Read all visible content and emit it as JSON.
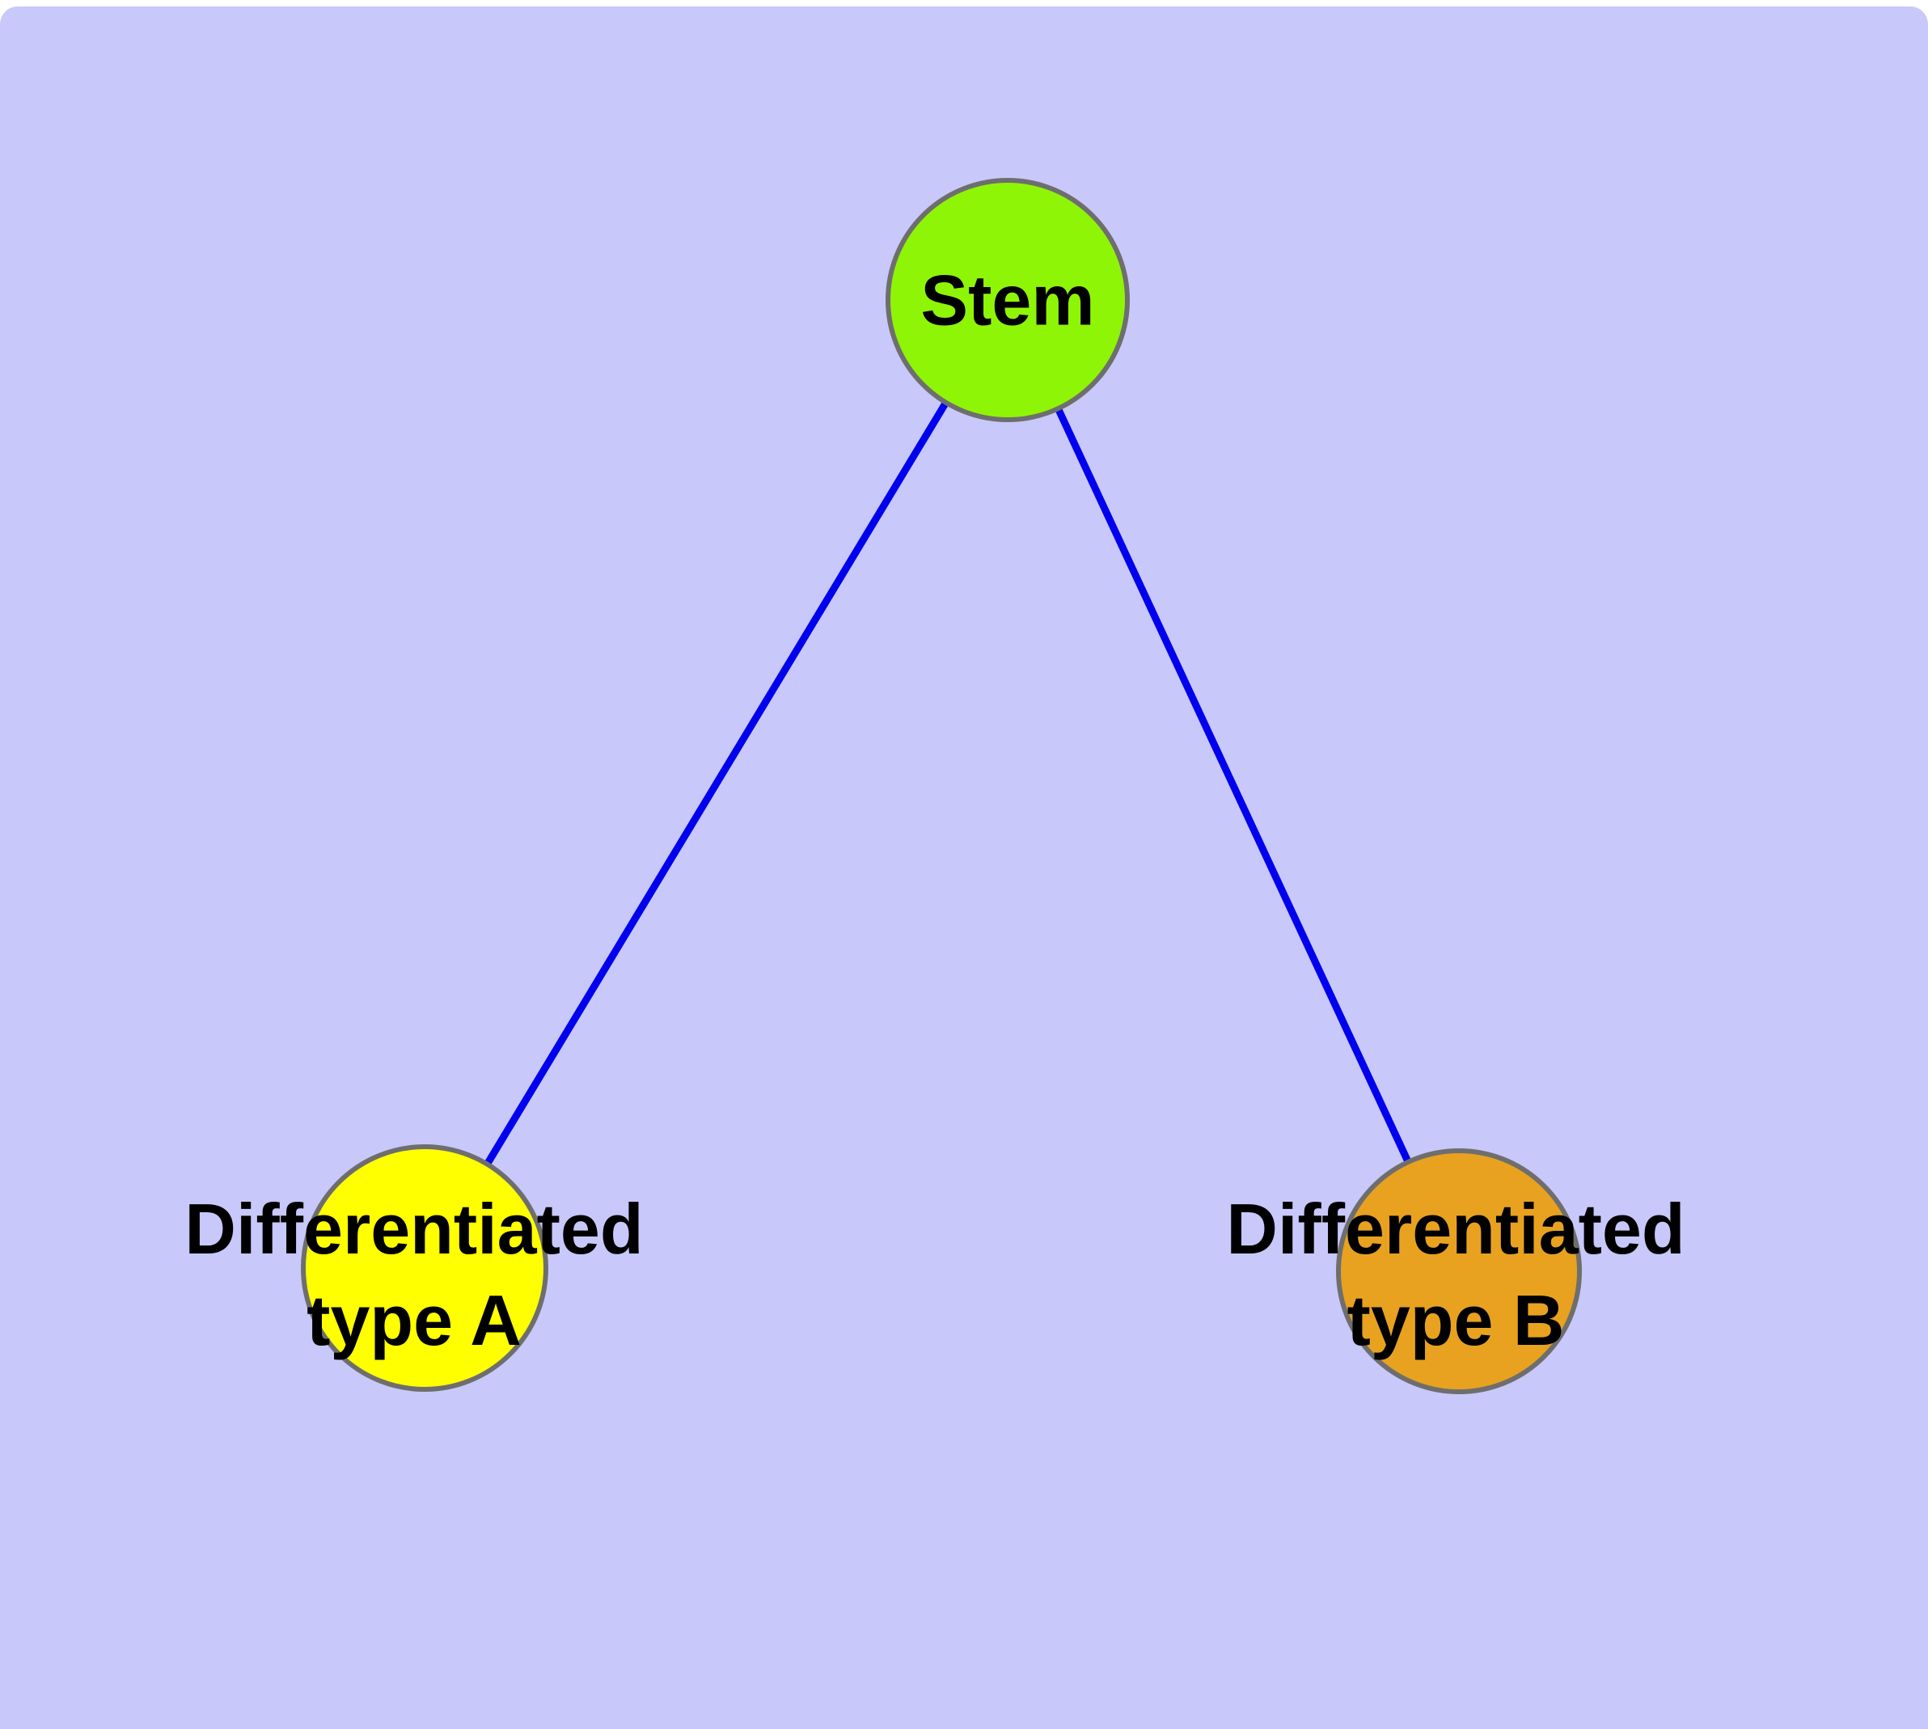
{
  "diagram": {
    "background_color": "#C8C8FA",
    "edge_color": "#0000EE",
    "node_border_color": "#6E6E6E",
    "label_color": "#000000",
    "nodes": [
      {
        "id": "stem",
        "lines": [
          "Stem"
        ],
        "fill": "#8FF506"
      },
      {
        "id": "typeA",
        "lines": [
          "Differentiated",
          "type A"
        ],
        "fill": "#FFFF00"
      },
      {
        "id": "typeB",
        "lines": [
          "Differentiated",
          "type B"
        ],
        "fill": "#E8A220"
      }
    ],
    "edges": [
      {
        "from": "stem",
        "to": "typeA"
      },
      {
        "from": "stem",
        "to": "typeB"
      }
    ]
  }
}
